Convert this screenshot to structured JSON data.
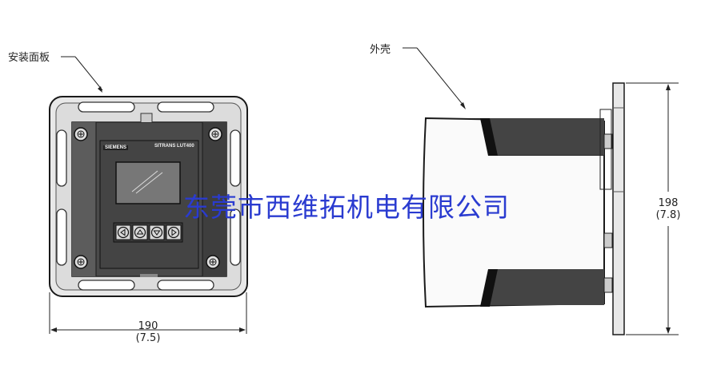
{
  "labels": {
    "mount_panel": "安装面板",
    "housing": "外壳"
  },
  "device": {
    "brand": "SIEMENS",
    "model": "SITRANS LUT400"
  },
  "dimensions": {
    "width_mm": "190",
    "width_in": "(7.5)",
    "height_mm": "198",
    "height_in": "(7.8)"
  },
  "watermark": "东莞市西维拓机电有限公司",
  "colors": {
    "stroke": "#1a1a1a",
    "panel_fill": "#e6e6e6",
    "body_fill": "#4a4a4a",
    "watermark": "#2a3bd0"
  }
}
